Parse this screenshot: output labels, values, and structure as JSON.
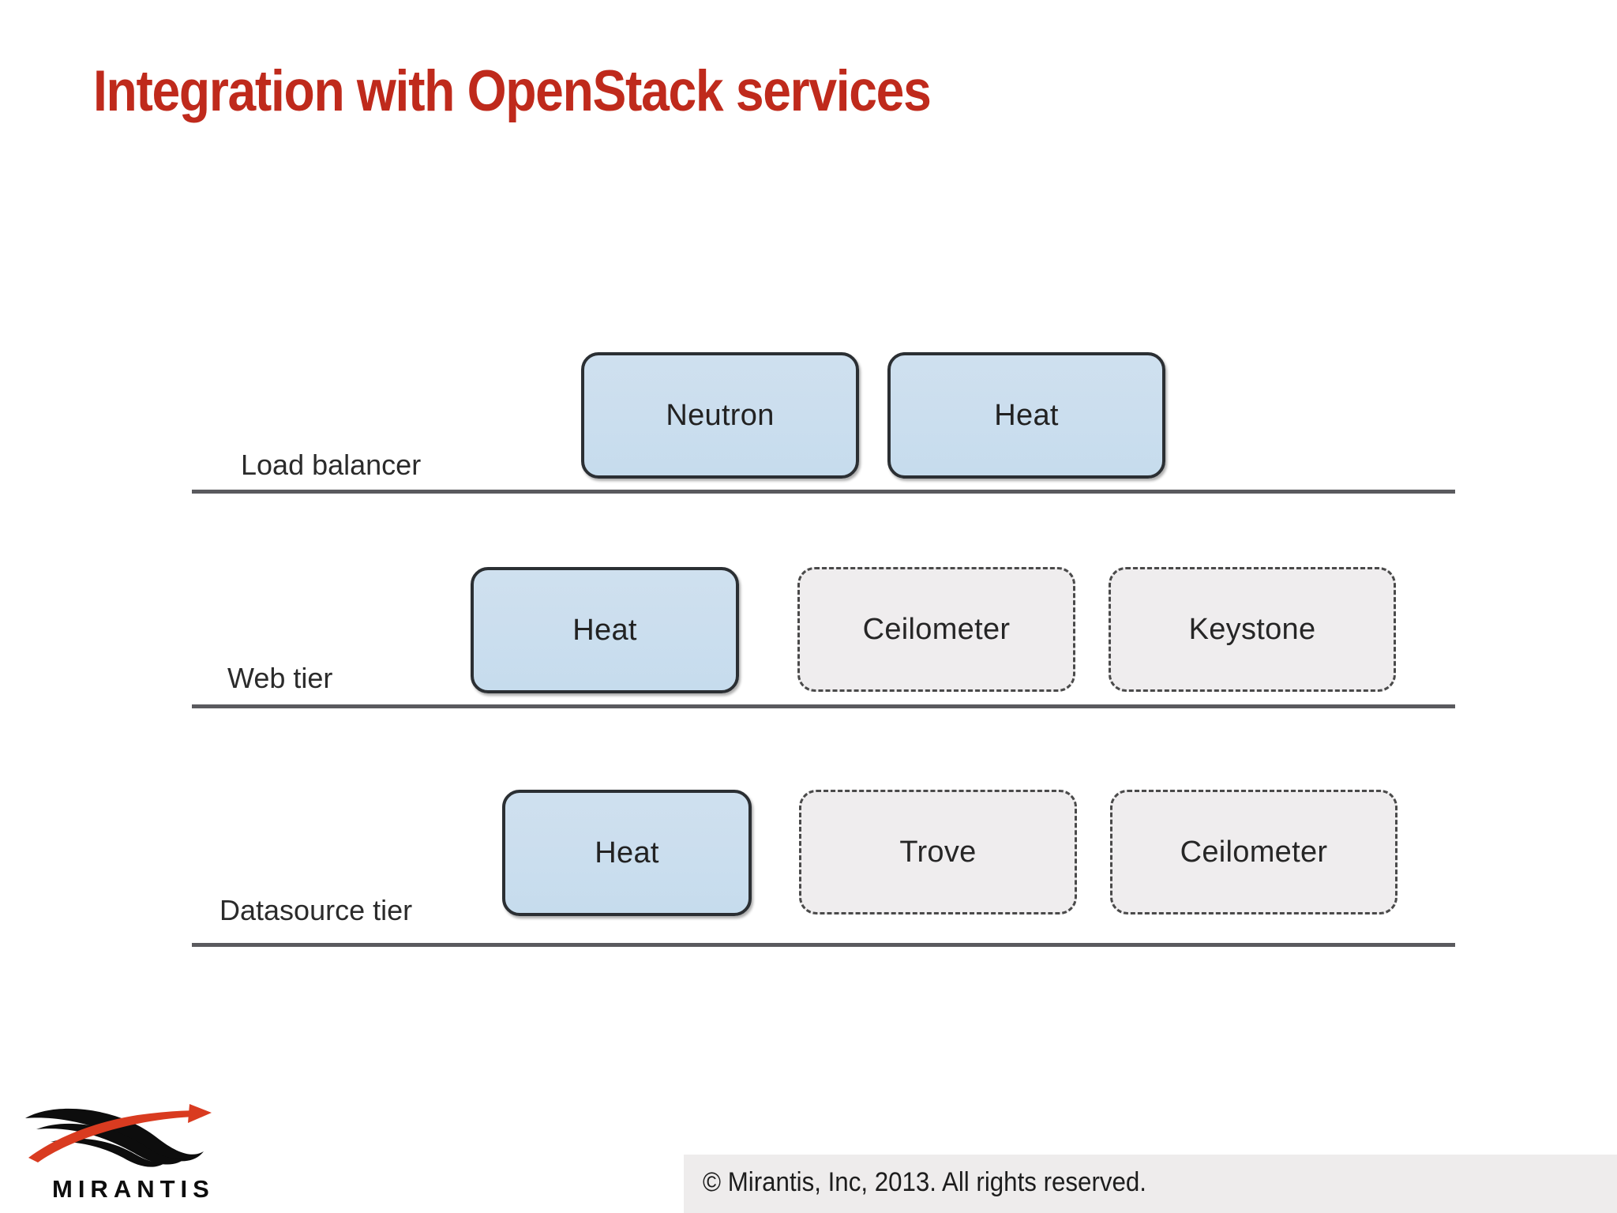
{
  "slide": {
    "title": "Integration with OpenStack services",
    "title_color": "#bf2a1c"
  },
  "diagram": {
    "type": "tiered-block-diagram",
    "node_colors": {
      "solid_fill": "#cbdeee",
      "solid_border": "#2b2f33",
      "dashed_fill": "#efedee",
      "dashed_border": "#4a4a4a",
      "divider": "#5a5a5e"
    },
    "tiers": [
      {
        "label": "Load balancer",
        "nodes": [
          {
            "label": "Neutron",
            "style": "solid"
          },
          {
            "label": "Heat",
            "style": "solid"
          }
        ]
      },
      {
        "label": "Web tier",
        "nodes": [
          {
            "label": "Heat",
            "style": "solid"
          },
          {
            "label": "Ceilometer",
            "style": "dashed"
          },
          {
            "label": "Keystone",
            "style": "dashed"
          }
        ]
      },
      {
        "label": "Datasource tier",
        "nodes": [
          {
            "label": "Heat",
            "style": "solid"
          },
          {
            "label": "Trove",
            "style": "dashed"
          },
          {
            "label": "Ceilometer",
            "style": "dashed"
          }
        ]
      }
    ]
  },
  "footer": {
    "copyright": "© Mirantis, Inc, 2013. All rights reserved."
  },
  "logo": {
    "wordmark": "MIRANTIS",
    "swoosh_dark": "#0d0d0d",
    "swoosh_accent": "#d93b20"
  }
}
